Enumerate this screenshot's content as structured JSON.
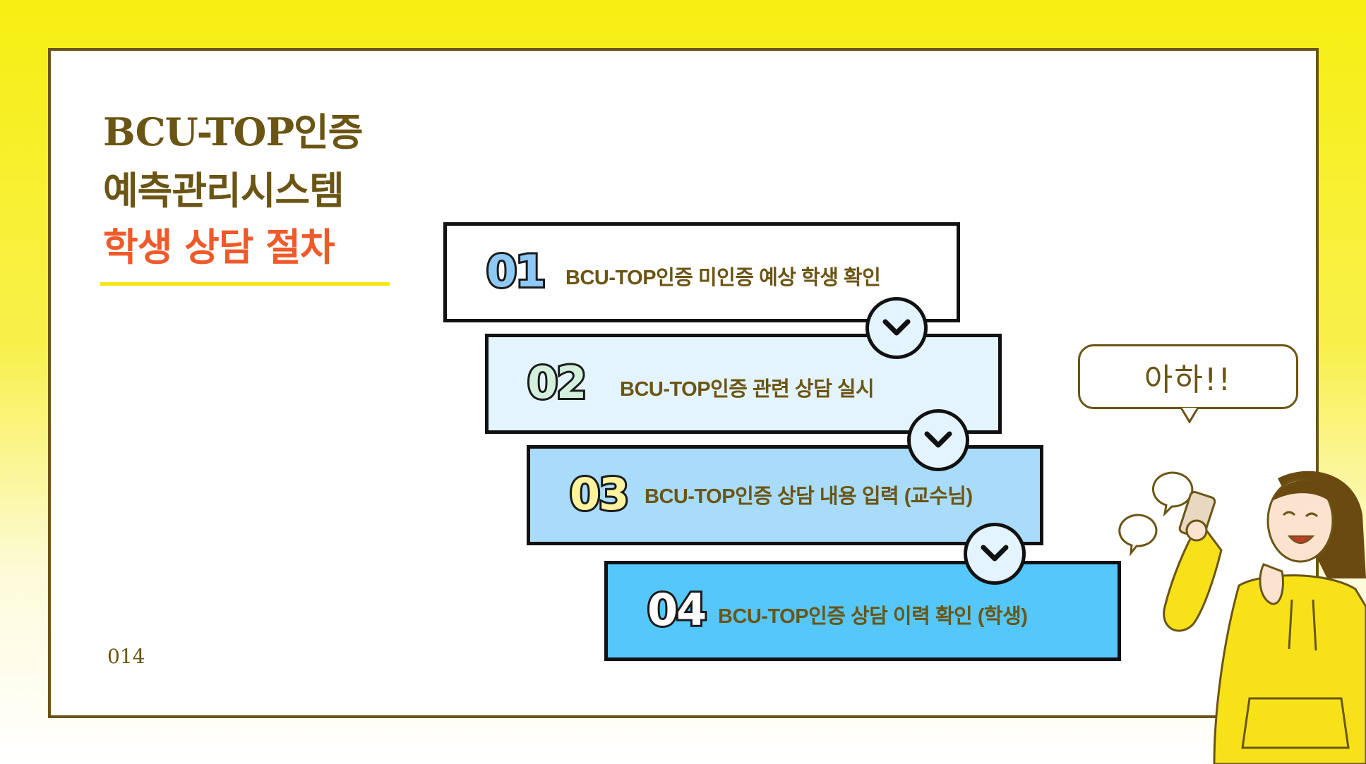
{
  "title": {
    "line1": "BCU-TOP인증",
    "line2": "예측관리시스템",
    "line3": "학생 상담 절차"
  },
  "page_number": "014",
  "steps": [
    {
      "num": "01",
      "text": "BCU-TOP인증 미인증 예상 학생 확인"
    },
    {
      "num": "02",
      "text": "BCU-TOP인증 관련 상담 실시"
    },
    {
      "num": "03",
      "text": "BCU-TOP인증  상담 내용 입력 (교수님)"
    },
    {
      "num": "04",
      "text": "BCU-TOP인증  상담 이력 확인 (학생)"
    }
  ],
  "speech_bubble": "아하!!",
  "colors": {
    "brown": "#6b5514",
    "accent_orange": "#ef5a2a",
    "yellow": "#f7ef12",
    "step1_bg": "#ffffff",
    "step2_bg": "#e4f4ff",
    "step3_bg": "#a9dcfb",
    "step4_bg": "#56c7fb"
  },
  "icons": [
    "chevron-down-icon",
    "speech-bubble-icon",
    "person-illustration"
  ]
}
